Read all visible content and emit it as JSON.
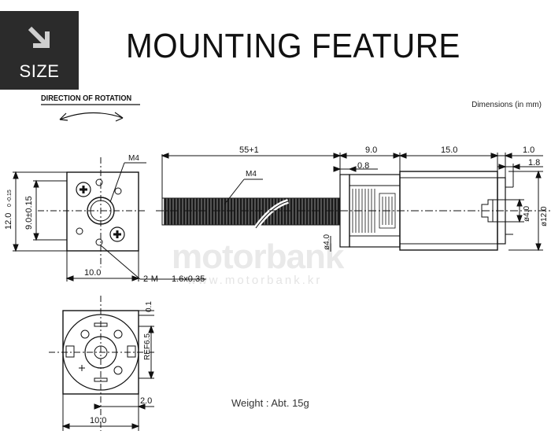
{
  "badge": {
    "label": "SIZE"
  },
  "title": "MOUNTING FEATURE",
  "rotation_label": "DIRECTION OF ROTATION",
  "dimensions_note": "Dimensions (in mm)",
  "watermark": {
    "brand": "motorbank",
    "url": "www.motorbank.kr"
  },
  "weight": "Weight : Abt. 15g",
  "front_view": {
    "height_dim": "12.0",
    "height_tol": "0\n-0.15",
    "inner_dim": "9.0±0.15",
    "width_dim": "10.0",
    "thread_label": "M4",
    "screw_label": "2-M",
    "screw_spec": "1.6x0.35"
  },
  "side_view": {
    "length_dim": "55+1",
    "thread_label": "M4",
    "gearbox_dim": "9.0",
    "motor_dim": "15.0",
    "end_dim": "1.0",
    "flange_dim": "0.8",
    "cap_dim": "1.8",
    "shaft_dia": "ø4.0",
    "body_dia": "ø12.0",
    "shaft2_dia": "ø4.0"
  },
  "rear_view": {
    "ref_dim": "REF6.5",
    "top_dim": "0.1",
    "offset_dim": "2.0",
    "width_dim": "10.0"
  }
}
